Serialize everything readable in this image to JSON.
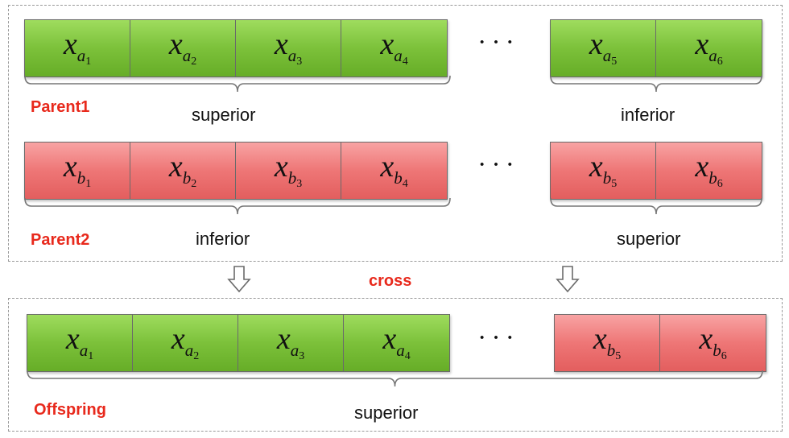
{
  "frames": {
    "parents": {
      "row1": {
        "label": "Parent1",
        "left_cells": [
          {
            "base": "x",
            "sub": "a",
            "idx": "1",
            "color": "green"
          },
          {
            "base": "x",
            "sub": "a",
            "idx": "2",
            "color": "green"
          },
          {
            "base": "x",
            "sub": "a",
            "idx": "3",
            "color": "green"
          },
          {
            "base": "x",
            "sub": "a",
            "idx": "4",
            "color": "green"
          }
        ],
        "right_cells": [
          {
            "base": "x",
            "sub": "a",
            "idx": "5",
            "color": "green"
          },
          {
            "base": "x",
            "sub": "a",
            "idx": "6",
            "color": "green"
          }
        ],
        "left_brace_label": "superior",
        "right_brace_label": "inferior"
      },
      "row2": {
        "label": "Parent2",
        "left_cells": [
          {
            "base": "x",
            "sub": "b",
            "idx": "1",
            "color": "red"
          },
          {
            "base": "x",
            "sub": "b",
            "idx": "2",
            "color": "red"
          },
          {
            "base": "x",
            "sub": "b",
            "idx": "3",
            "color": "red"
          },
          {
            "base": "x",
            "sub": "b",
            "idx": "4",
            "color": "red"
          }
        ],
        "right_cells": [
          {
            "base": "x",
            "sub": "b",
            "idx": "5",
            "color": "red"
          },
          {
            "base": "x",
            "sub": "b",
            "idx": "6",
            "color": "red"
          }
        ],
        "left_brace_label": "inferior",
        "right_brace_label": "superior"
      }
    },
    "offspring": {
      "label": "Offspring",
      "left_cells": [
        {
          "base": "x",
          "sub": "a",
          "idx": "1",
          "color": "green"
        },
        {
          "base": "x",
          "sub": "a",
          "idx": "2",
          "color": "green"
        },
        {
          "base": "x",
          "sub": "a",
          "idx": "3",
          "color": "green"
        },
        {
          "base": "x",
          "sub": "a",
          "idx": "4",
          "color": "green"
        }
      ],
      "right_cells": [
        {
          "base": "x",
          "sub": "b",
          "idx": "5",
          "color": "red"
        },
        {
          "base": "x",
          "sub": "b",
          "idx": "6",
          "color": "red"
        }
      ],
      "brace_label": "superior"
    }
  },
  "ellipsis": "···",
  "operation_label": "cross",
  "colors": {
    "gene_green": "#7cc13a",
    "gene_red": "#ee7676",
    "label_red": "#e8291c",
    "frame_border": "#9a9a9a"
  },
  "icons": [
    "down-arrow-icon",
    "down-arrow-icon"
  ]
}
